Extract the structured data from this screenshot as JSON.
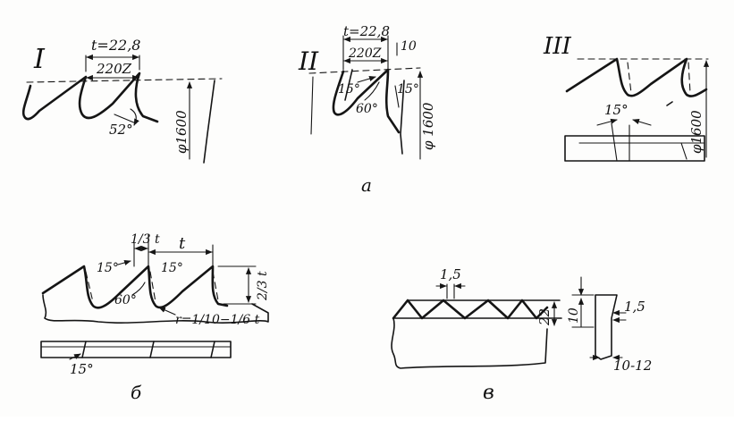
{
  "figure": {
    "panel_a": {
      "label": "а",
      "views": {
        "I": {
          "roman": "I",
          "pitch": "t=22,8",
          "span": "220Z",
          "angle": "52°",
          "diameter": "φ1600"
        },
        "II": {
          "roman": "II",
          "pitch": "t=22,8",
          "span": "220Z",
          "dim_10": "10",
          "angle_left": "15°",
          "angle_right": "15°",
          "angle_60": "60°",
          "diameter": "φ 1600"
        },
        "III": {
          "roman": "III",
          "angle": "15°",
          "diameter": "φ1600"
        }
      }
    },
    "panel_b": {
      "label": "б",
      "third_t": "1/3 t",
      "t": "t",
      "angle_15_a": "15°",
      "angle_15_b": "15°",
      "angle_60": "60°",
      "two_thirds_t": "2/3 t",
      "radius": "r=1/10−1/6 t",
      "bottom_angle": "15°"
    },
    "panel_v": {
      "label": "в",
      "width_top": "1,5",
      "height": "22",
      "dim_10": "10",
      "dim_15": "1,5",
      "thickness": "10-12"
    }
  }
}
